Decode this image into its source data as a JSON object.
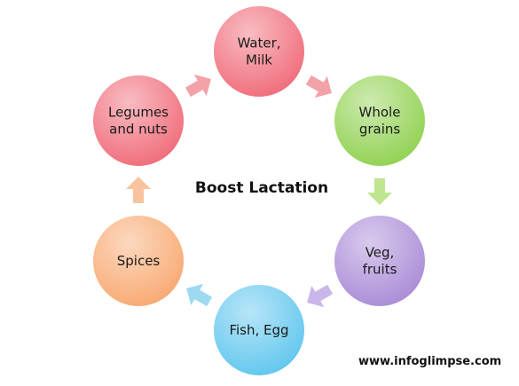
{
  "diagram": {
    "title": "Boost Lactation",
    "nodes": [
      {
        "id": "water",
        "lines": [
          "Water,",
          "Milk"
        ],
        "color": "#f06a78"
      },
      {
        "id": "grains",
        "lines": [
          "Whole",
          "grains"
        ],
        "color": "#8fd14f"
      },
      {
        "id": "veg",
        "lines": [
          "Veg,",
          "fruits"
        ],
        "color": "#a98ad6"
      },
      {
        "id": "fish",
        "lines": [
          "Fish, Egg"
        ],
        "color": "#5fc6ee"
      },
      {
        "id": "spices",
        "lines": [
          "Spices"
        ],
        "color": "#f8a870"
      },
      {
        "id": "legumes",
        "lines": [
          "Legumes",
          "and nuts"
        ],
        "color": "#f06a78"
      }
    ],
    "arrows": [
      {
        "id": "water-to-grains",
        "color": "#f3a2a8"
      },
      {
        "id": "grains-to-veg",
        "color": "#bfe58f"
      },
      {
        "id": "veg-to-fish",
        "color": "#c9b6ea"
      },
      {
        "id": "fish-to-spices",
        "color": "#9ed9f2"
      },
      {
        "id": "spices-to-legumes",
        "color": "#f8c4a0"
      },
      {
        "id": "legumes-to-water",
        "color": "#f3a2a8"
      }
    ]
  },
  "watermark": "www.infoglimpse.com"
}
